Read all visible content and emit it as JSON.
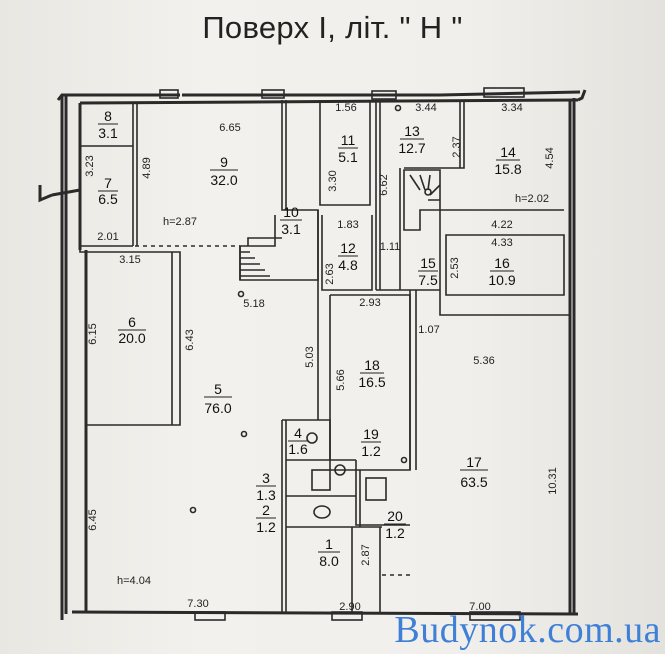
{
  "title": "Поверх І, літ. \" Н \"",
  "watermark": "Budynok.com.ua",
  "rooms": [
    {
      "id": "1",
      "num": "1",
      "area": "8.0"
    },
    {
      "id": "2",
      "num": "2",
      "area": "1.2"
    },
    {
      "id": "3",
      "num": "3",
      "area": "1.3"
    },
    {
      "id": "4",
      "num": "4",
      "area": "1.6"
    },
    {
      "id": "5",
      "num": "5",
      "area": "76.0"
    },
    {
      "id": "6",
      "num": "6",
      "area": "20.0"
    },
    {
      "id": "7",
      "num": "7",
      "area": "6.5"
    },
    {
      "id": "8",
      "num": "8",
      "area": "3.1"
    },
    {
      "id": "9",
      "num": "9",
      "area": "32.0"
    },
    {
      "id": "10",
      "num": "10",
      "area": "3.1"
    },
    {
      "id": "11",
      "num": "11",
      "area": "5.1"
    },
    {
      "id": "12",
      "num": "12",
      "area": "4.8"
    },
    {
      "id": "13",
      "num": "13",
      "area": "12.7"
    },
    {
      "id": "14",
      "num": "14",
      "area": "15.8"
    },
    {
      "id": "15",
      "num": "15",
      "area": "7.5"
    },
    {
      "id": "16",
      "num": "16",
      "area": "10.9"
    },
    {
      "id": "17",
      "num": "17",
      "area": "63.5"
    },
    {
      "id": "18",
      "num": "18",
      "area": "16.5"
    },
    {
      "id": "19",
      "num": "19",
      "area": "1.2"
    },
    {
      "id": "20",
      "num": "20",
      "area": "1.2"
    }
  ],
  "dimensions": [
    "6.65",
    "1.56",
    "3.44",
    "3.34",
    "3.23",
    "4.89",
    "3.30",
    "6.62",
    "2.37",
    "4.54",
    "h=2.02",
    "4.22",
    "4.33",
    "2.53",
    "2.01",
    "h=2.87",
    "1.83",
    "2.63",
    "1.11",
    "3.15",
    "5.18",
    "2.93",
    "1.07",
    "6.15",
    "6.43",
    "5.03",
    "5.66",
    "5.36",
    "6.45",
    "10.31",
    "2.87",
    "h=4.04",
    "7.30",
    "2.90",
    "7.00"
  ]
}
